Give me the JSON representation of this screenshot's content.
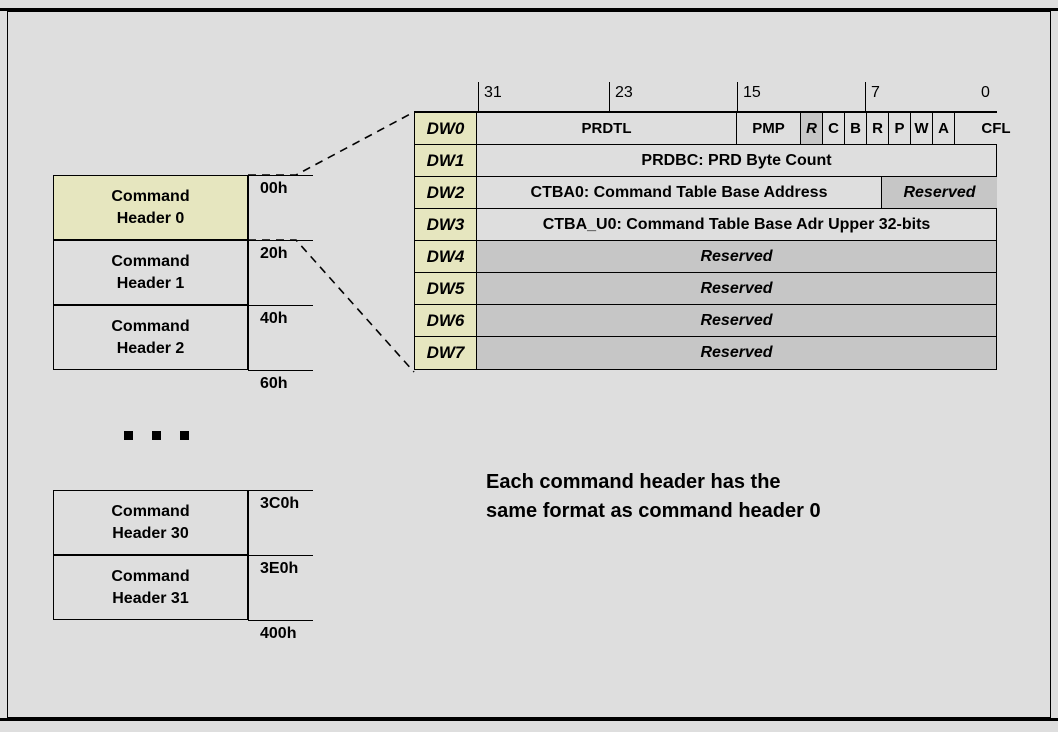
{
  "figure": {
    "background_color": "#dedede",
    "highlight_color": "#e6e6bf",
    "reserved_color": "#c6c6c6",
    "clipped_top_glyph": "g"
  },
  "command_list": {
    "headers": [
      {
        "label": "Command\nHeader 0",
        "offset": "00h",
        "highlighted": true
      },
      {
        "label": "Command\nHeader 1",
        "offset": "20h",
        "highlighted": false
      },
      {
        "label": "Command\nHeader 2",
        "offset": "40h",
        "highlighted": false
      }
    ],
    "end_offset_top": "60h",
    "ellipsis": "...",
    "headers_bottom": [
      {
        "label": "Command\nHeader 30",
        "offset": "3C0h",
        "highlighted": false
      },
      {
        "label": "Command\nHeader 31",
        "offset": "3E0h",
        "highlighted": false
      }
    ],
    "end_offset_bottom": "400h"
  },
  "bit_ruler": {
    "ticks": [
      {
        "label": "31",
        "bit": 31
      },
      {
        "label": "23",
        "bit": 23
      },
      {
        "label": "15",
        "bit": 15
      },
      {
        "label": "7",
        "bit": 7
      },
      {
        "label": "0",
        "bit": 0
      }
    ]
  },
  "dw_table": {
    "rows": [
      {
        "name": "DW0",
        "cells": [
          {
            "text": "PRDTL",
            "reserved": false,
            "gray": false,
            "italic": false
          },
          {
            "text": "PMP",
            "reserved": false,
            "gray": false,
            "italic": false
          },
          {
            "text": "R",
            "reserved": false,
            "gray": true,
            "italic": true
          },
          {
            "text": "C",
            "reserved": false,
            "gray": false,
            "italic": false
          },
          {
            "text": "B",
            "reserved": false,
            "gray": false,
            "italic": false
          },
          {
            "text": "R",
            "reserved": false,
            "gray": false,
            "italic": false
          },
          {
            "text": "P",
            "reserved": false,
            "gray": false,
            "italic": false
          },
          {
            "text": "W",
            "reserved": false,
            "gray": false,
            "italic": false
          },
          {
            "text": "A",
            "reserved": false,
            "gray": false,
            "italic": false
          },
          {
            "text": "CFL",
            "reserved": false,
            "gray": false,
            "italic": false
          }
        ]
      },
      {
        "name": "DW1",
        "cells": [
          {
            "text": "PRDBC: PRD Byte Count",
            "reserved": false,
            "gray": false,
            "italic": false
          }
        ]
      },
      {
        "name": "DW2",
        "cells": [
          {
            "text": "CTBA0: Command Table Base Address",
            "reserved": false,
            "gray": false,
            "italic": false
          },
          {
            "text": "Reserved",
            "reserved": true,
            "gray": true,
            "italic": true
          }
        ]
      },
      {
        "name": "DW3",
        "cells": [
          {
            "text": "CTBA_U0: Command Table Base Adr Upper 32-bits",
            "reserved": false,
            "gray": false,
            "italic": false
          }
        ]
      },
      {
        "name": "DW4",
        "cells": [
          {
            "text": "Reserved",
            "reserved": true,
            "gray": true,
            "italic": true
          }
        ]
      },
      {
        "name": "DW5",
        "cells": [
          {
            "text": "Reserved",
            "reserved": true,
            "gray": true,
            "italic": true
          }
        ]
      },
      {
        "name": "DW6",
        "cells": [
          {
            "text": "Reserved",
            "reserved": true,
            "gray": true,
            "italic": true
          }
        ]
      },
      {
        "name": "DW7",
        "cells": [
          {
            "text": "Reserved",
            "reserved": true,
            "gray": true,
            "italic": true
          }
        ]
      }
    ]
  },
  "caption": {
    "line1": "Each command header has the",
    "line2": "same format as command header 0"
  }
}
